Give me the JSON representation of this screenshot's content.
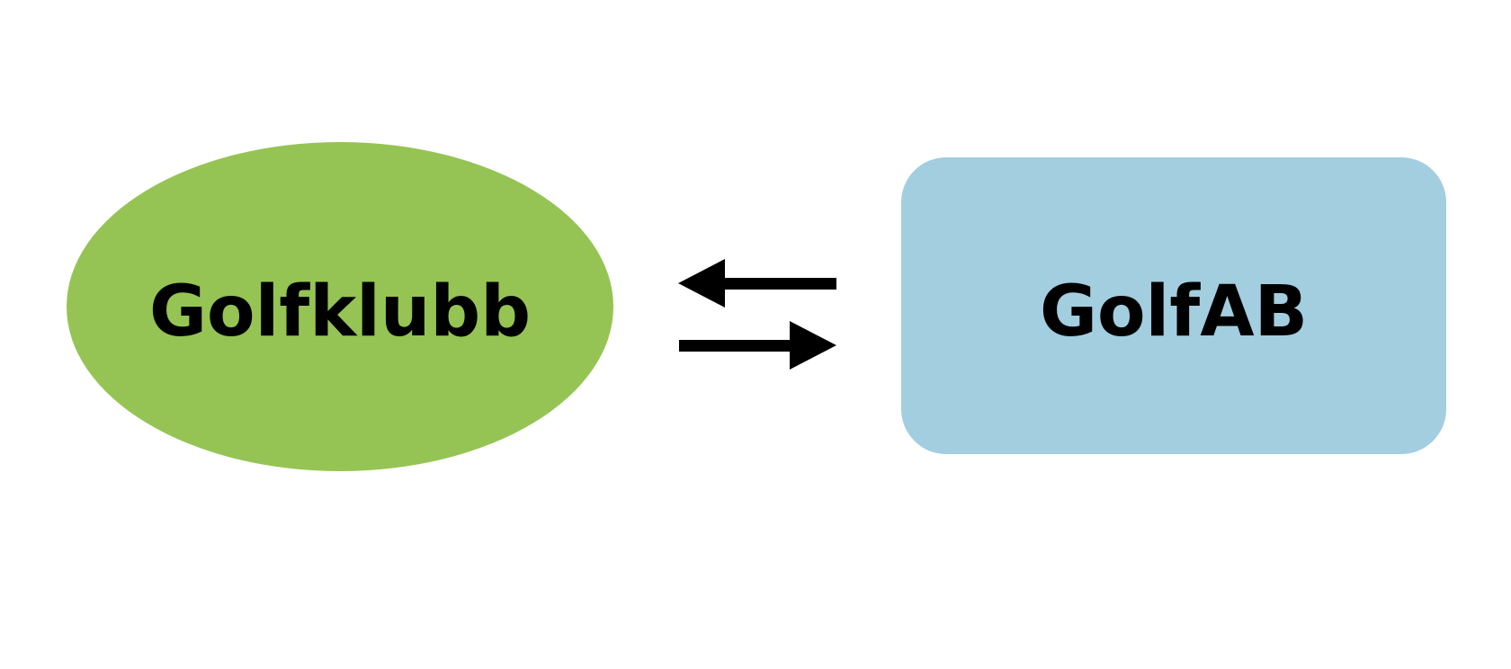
{
  "nodes": {
    "left": {
      "label": "Golfklubb",
      "shape": "ellipse",
      "fill": "#95c454"
    },
    "right": {
      "label": "GolfAB",
      "shape": "rounded-rectangle",
      "fill": "#a2cedf"
    }
  },
  "edges": [
    {
      "from": "right",
      "to": "left",
      "direction": "left",
      "color": "#000000"
    },
    {
      "from": "left",
      "to": "right",
      "direction": "right",
      "color": "#000000"
    }
  ]
}
